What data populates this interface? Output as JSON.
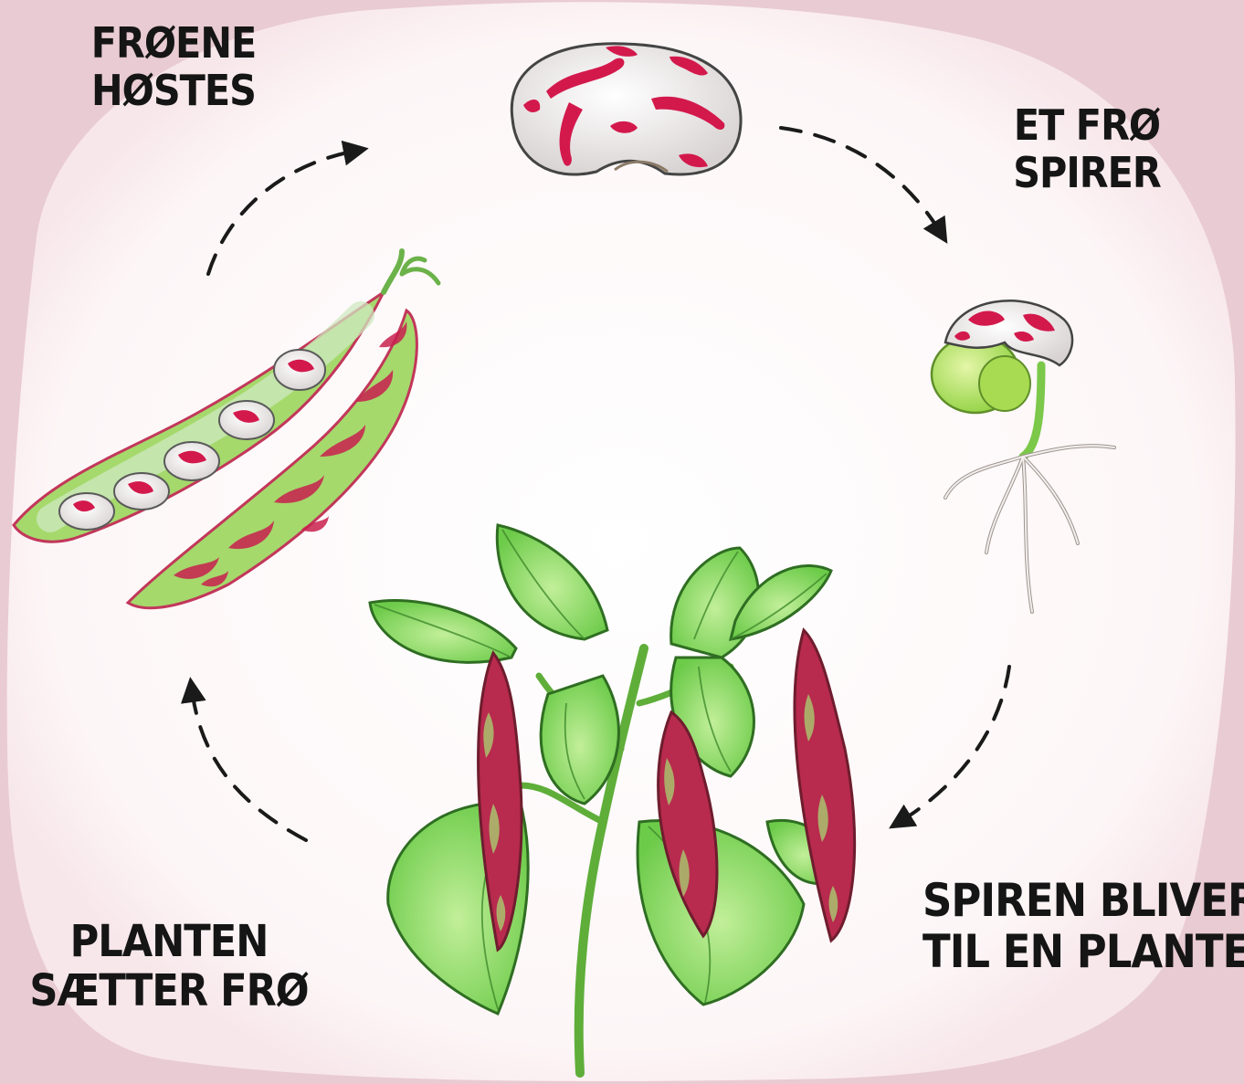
{
  "stages": [
    {
      "id": "harvest",
      "lines": [
        "FRØENE",
        "HØSTES"
      ]
    },
    {
      "id": "sprout",
      "lines": [
        "ET FRØ",
        "SPIRER"
      ]
    },
    {
      "id": "grow",
      "lines": [
        "SPIREN BLIVER",
        "TIL EN PLANTE"
      ]
    },
    {
      "id": "seeds",
      "lines": [
        "PLANTEN",
        "SÆTTER FRØ"
      ]
    }
  ],
  "colors": {
    "background": "#e9cbd3",
    "paper": "#fdf7f8",
    "leaf_green": "#7ed35a",
    "pod_green": "#a5d96c",
    "bean_red": "#d3194c",
    "bean_white": "#f2eeee",
    "text": "#151515"
  },
  "illustrations": [
    "bean-seed",
    "sprouting-seed",
    "bean-plant-with-pods",
    "open-and-closed-bean-pods"
  ]
}
